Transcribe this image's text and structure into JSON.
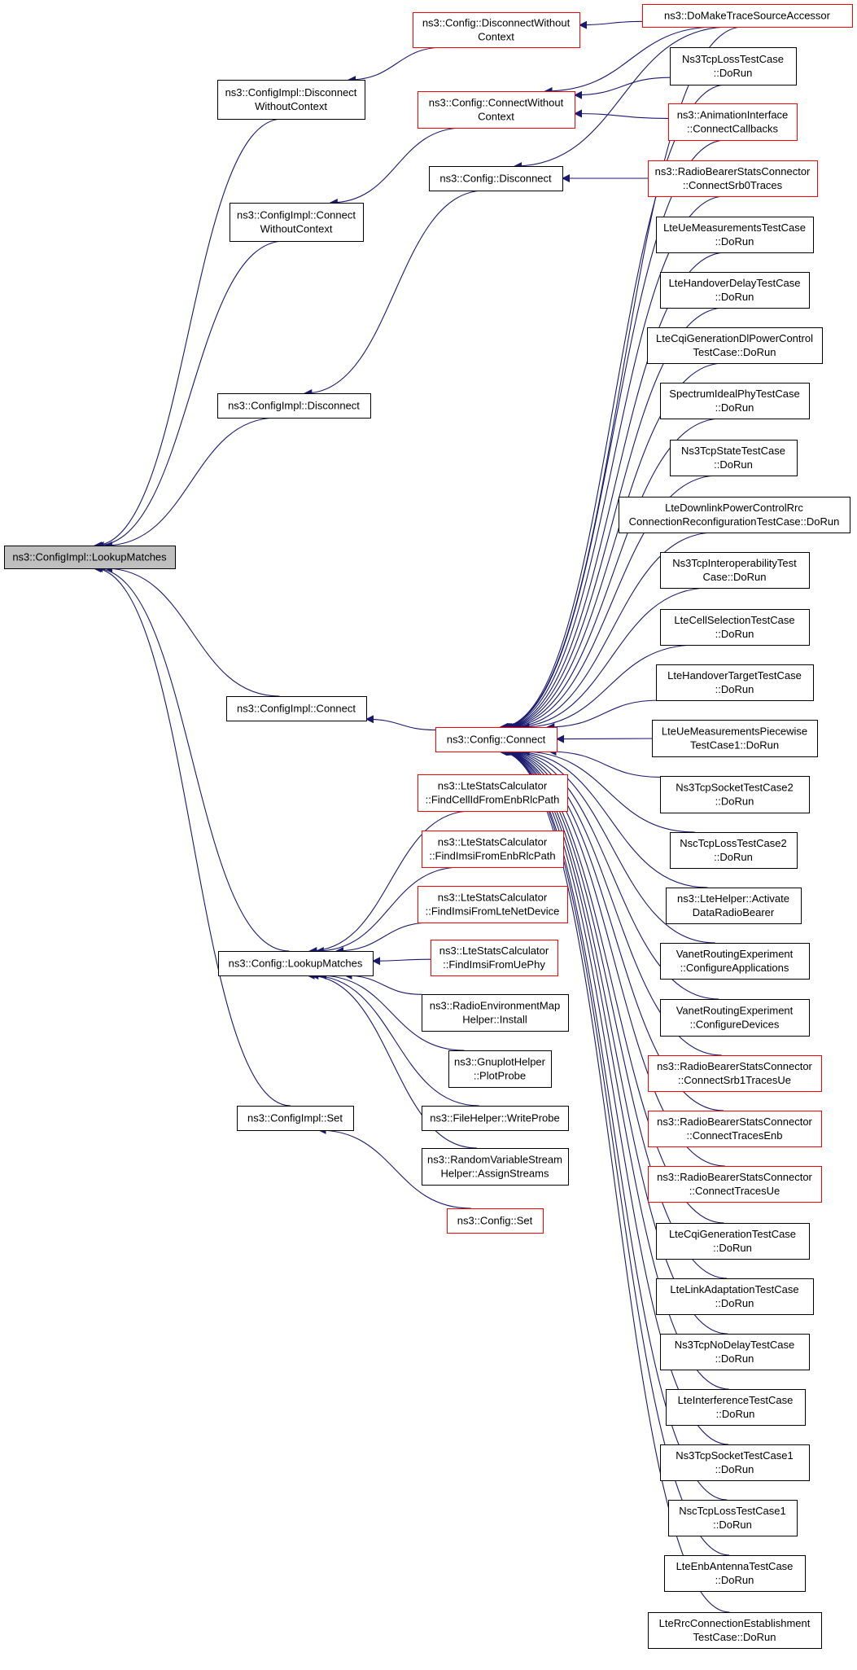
{
  "colors": {
    "edge": "#191970",
    "node_border": "#000000",
    "node_border_truncated": "#ff0000",
    "node_fill": "#ffffff",
    "root_fill": "#bfbfbf"
  },
  "nodes": [
    {
      "id": "root",
      "lines": [
        "ns3::ConfigImpl::LookupMatches"
      ],
      "style": "root"
    },
    {
      "id": "ci_dwc",
      "lines": [
        "ns3::ConfigImpl::Disconnect",
        "WithoutContext"
      ],
      "style": "normal"
    },
    {
      "id": "ci_cwc",
      "lines": [
        "ns3::ConfigImpl::Connect",
        "WithoutContext"
      ],
      "style": "normal"
    },
    {
      "id": "ci_disc",
      "lines": [
        "ns3::ConfigImpl::Disconnect"
      ],
      "style": "normal"
    },
    {
      "id": "ci_conn",
      "lines": [
        "ns3::ConfigImpl::Connect"
      ],
      "style": "normal"
    },
    {
      "id": "c_lm",
      "lines": [
        "ns3::Config::LookupMatches"
      ],
      "style": "normal"
    },
    {
      "id": "ci_set",
      "lines": [
        "ns3::ConfigImpl::Set"
      ],
      "style": "normal"
    },
    {
      "id": "c_dwc",
      "lines": [
        "ns3::Config::DisconnectWithout",
        "Context"
      ],
      "style": "truncated"
    },
    {
      "id": "c_cwc",
      "lines": [
        "ns3::Config::ConnectWithout",
        "Context"
      ],
      "style": "truncated"
    },
    {
      "id": "c_disc",
      "lines": [
        "ns3::Config::Disconnect"
      ],
      "style": "normal"
    },
    {
      "id": "c_conn",
      "lines": [
        "ns3::Config::Connect"
      ],
      "style": "truncated"
    },
    {
      "id": "lsc1",
      "lines": [
        "ns3::LteStatsCalculator",
        "::FindCellIdFromEnbRlcPath"
      ],
      "style": "truncated"
    },
    {
      "id": "lsc2",
      "lines": [
        "ns3::LteStatsCalculator",
        "::FindImsiFromEnbRlcPath"
      ],
      "style": "truncated"
    },
    {
      "id": "lsc3",
      "lines": [
        "ns3::LteStatsCalculator",
        "::FindImsiFromLteNetDevice"
      ],
      "style": "truncated"
    },
    {
      "id": "lsc4",
      "lines": [
        "ns3::LteStatsCalculator",
        "::FindImsiFromUePhy"
      ],
      "style": "truncated"
    },
    {
      "id": "remh",
      "lines": [
        "ns3::RadioEnvironmentMap",
        "Helper::Install"
      ],
      "style": "normal"
    },
    {
      "id": "gph",
      "lines": [
        "ns3::GnuplotHelper",
        "::PlotProbe"
      ],
      "style": "normal"
    },
    {
      "id": "fhw",
      "lines": [
        "ns3::FileHelper::WriteProbe"
      ],
      "style": "normal"
    },
    {
      "id": "rvs",
      "lines": [
        "ns3::RandomVariableStream",
        "Helper::AssignStreams"
      ],
      "style": "normal"
    },
    {
      "id": "c_set",
      "lines": [
        "ns3::Config::Set"
      ],
      "style": "truncated"
    },
    {
      "id": "r0",
      "lines": [
        "ns3::DoMakeTraceSourceAccessor"
      ],
      "style": "truncated"
    },
    {
      "id": "r1",
      "lines": [
        "Ns3TcpLossTestCase",
        "::DoRun"
      ],
      "style": "normal"
    },
    {
      "id": "r2",
      "lines": [
        "ns3::AnimationInterface",
        "::ConnectCallbacks"
      ],
      "style": "truncated"
    },
    {
      "id": "r3",
      "lines": [
        "ns3::RadioBearerStatsConnector",
        "::ConnectSrb0Traces"
      ],
      "style": "truncated"
    },
    {
      "id": "r4",
      "lines": [
        "LteUeMeasurementsTestCase",
        "::DoRun"
      ],
      "style": "normal"
    },
    {
      "id": "r5",
      "lines": [
        "LteHandoverDelayTestCase",
        "::DoRun"
      ],
      "style": "normal"
    },
    {
      "id": "r6",
      "lines": [
        "LteCqiGenerationDlPowerControl",
        "TestCase::DoRun"
      ],
      "style": "normal"
    },
    {
      "id": "r7",
      "lines": [
        "SpectrumIdealPhyTestCase",
        "::DoRun"
      ],
      "style": "normal"
    },
    {
      "id": "r8",
      "lines": [
        "Ns3TcpStateTestCase",
        "::DoRun"
      ],
      "style": "normal"
    },
    {
      "id": "r9",
      "lines": [
        "LteDownlinkPowerControlRrc",
        "ConnectionReconfigurationTestCase::DoRun"
      ],
      "style": "normal"
    },
    {
      "id": "r10",
      "lines": [
        "Ns3TcpInteroperabilityTest",
        "Case::DoRun"
      ],
      "style": "normal"
    },
    {
      "id": "r11",
      "lines": [
        "LteCellSelectionTestCase",
        "::DoRun"
      ],
      "style": "normal"
    },
    {
      "id": "r12",
      "lines": [
        "LteHandoverTargetTestCase",
        "::DoRun"
      ],
      "style": "normal"
    },
    {
      "id": "r13",
      "lines": [
        "LteUeMeasurementsPiecewise",
        "TestCase1::DoRun"
      ],
      "style": "normal"
    },
    {
      "id": "r14",
      "lines": [
        "Ns3TcpSocketTestCase2",
        "::DoRun"
      ],
      "style": "normal"
    },
    {
      "id": "r15",
      "lines": [
        "NscTcpLossTestCase2",
        "::DoRun"
      ],
      "style": "normal"
    },
    {
      "id": "r16",
      "lines": [
        "ns3::LteHelper::Activate",
        "DataRadioBearer"
      ],
      "style": "normal"
    },
    {
      "id": "r17",
      "lines": [
        "VanetRoutingExperiment",
        "::ConfigureApplications"
      ],
      "style": "normal"
    },
    {
      "id": "r18",
      "lines": [
        "VanetRoutingExperiment",
        "::ConfigureDevices"
      ],
      "style": "normal"
    },
    {
      "id": "r19",
      "lines": [
        "ns3::RadioBearerStatsConnector",
        "::ConnectSrb1TracesUe"
      ],
      "style": "truncated"
    },
    {
      "id": "r20",
      "lines": [
        "ns3::RadioBearerStatsConnector",
        "::ConnectTracesEnb"
      ],
      "style": "truncated"
    },
    {
      "id": "r21",
      "lines": [
        "ns3::RadioBearerStatsConnector",
        "::ConnectTracesUe"
      ],
      "style": "truncated"
    },
    {
      "id": "r22",
      "lines": [
        "LteCqiGenerationTestCase",
        "::DoRun"
      ],
      "style": "normal"
    },
    {
      "id": "r23",
      "lines": [
        "LteLinkAdaptationTestCase",
        "::DoRun"
      ],
      "style": "normal"
    },
    {
      "id": "r24",
      "lines": [
        "Ns3TcpNoDelayTestCase",
        "::DoRun"
      ],
      "style": "normal"
    },
    {
      "id": "r25",
      "lines": [
        "LteInterferenceTestCase",
        "::DoRun"
      ],
      "style": "normal"
    },
    {
      "id": "r26",
      "lines": [
        "Ns3TcpSocketTestCase1",
        "::DoRun"
      ],
      "style": "normal"
    },
    {
      "id": "r27",
      "lines": [
        "NscTcpLossTestCase1",
        "::DoRun"
      ],
      "style": "normal"
    },
    {
      "id": "r28",
      "lines": [
        "LteEnbAntennaTestCase",
        "::DoRun"
      ],
      "style": "normal"
    },
    {
      "id": "r29",
      "lines": [
        "LteRrcConnectionEstablishment",
        "TestCase::DoRun"
      ],
      "style": "normal"
    }
  ],
  "edges": [
    {
      "from": "ci_dwc",
      "to": "root"
    },
    {
      "from": "ci_cwc",
      "to": "root"
    },
    {
      "from": "ci_disc",
      "to": "root"
    },
    {
      "from": "ci_conn",
      "to": "root"
    },
    {
      "from": "c_lm",
      "to": "root"
    },
    {
      "from": "ci_set",
      "to": "root"
    },
    {
      "from": "c_dwc",
      "to": "ci_dwc"
    },
    {
      "from": "c_cwc",
      "to": "ci_cwc"
    },
    {
      "from": "c_disc",
      "to": "ci_disc"
    },
    {
      "from": "c_conn",
      "to": "ci_conn"
    },
    {
      "from": "lsc1",
      "to": "c_lm"
    },
    {
      "from": "lsc2",
      "to": "c_lm"
    },
    {
      "from": "lsc3",
      "to": "c_lm"
    },
    {
      "from": "lsc4",
      "to": "c_lm"
    },
    {
      "from": "remh",
      "to": "c_lm"
    },
    {
      "from": "gph",
      "to": "c_lm"
    },
    {
      "from": "fhw",
      "to": "c_lm"
    },
    {
      "from": "rvs",
      "to": "c_lm"
    },
    {
      "from": "c_set",
      "to": "ci_set"
    },
    {
      "from": "r0",
      "to": "c_dwc"
    },
    {
      "from": "r0",
      "to": "c_cwc"
    },
    {
      "from": "r1",
      "to": "c_cwc"
    },
    {
      "from": "r2",
      "to": "c_cwc"
    },
    {
      "from": "r0",
      "to": "c_disc"
    },
    {
      "from": "r3",
      "to": "c_disc"
    },
    {
      "from": "r0",
      "to": "c_conn"
    },
    {
      "from": "r1",
      "to": "c_conn"
    },
    {
      "from": "r2",
      "to": "c_conn"
    },
    {
      "from": "r3",
      "to": "c_conn"
    },
    {
      "from": "r4",
      "to": "c_conn"
    },
    {
      "from": "r5",
      "to": "c_conn"
    },
    {
      "from": "r6",
      "to": "c_conn"
    },
    {
      "from": "r7",
      "to": "c_conn"
    },
    {
      "from": "r8",
      "to": "c_conn"
    },
    {
      "from": "r9",
      "to": "c_conn"
    },
    {
      "from": "r10",
      "to": "c_conn"
    },
    {
      "from": "r11",
      "to": "c_conn"
    },
    {
      "from": "r12",
      "to": "c_conn"
    },
    {
      "from": "r13",
      "to": "c_conn"
    },
    {
      "from": "r14",
      "to": "c_conn"
    },
    {
      "from": "r15",
      "to": "c_conn"
    },
    {
      "from": "r16",
      "to": "c_conn"
    },
    {
      "from": "r17",
      "to": "c_conn"
    },
    {
      "from": "r18",
      "to": "c_conn"
    },
    {
      "from": "r19",
      "to": "c_conn"
    },
    {
      "from": "r20",
      "to": "c_conn"
    },
    {
      "from": "r21",
      "to": "c_conn"
    },
    {
      "from": "r22",
      "to": "c_conn"
    },
    {
      "from": "r23",
      "to": "c_conn"
    },
    {
      "from": "r24",
      "to": "c_conn"
    },
    {
      "from": "r25",
      "to": "c_conn"
    },
    {
      "from": "r26",
      "to": "c_conn"
    },
    {
      "from": "r27",
      "to": "c_conn"
    },
    {
      "from": "r28",
      "to": "c_conn"
    },
    {
      "from": "r29",
      "to": "c_conn"
    }
  ]
}
